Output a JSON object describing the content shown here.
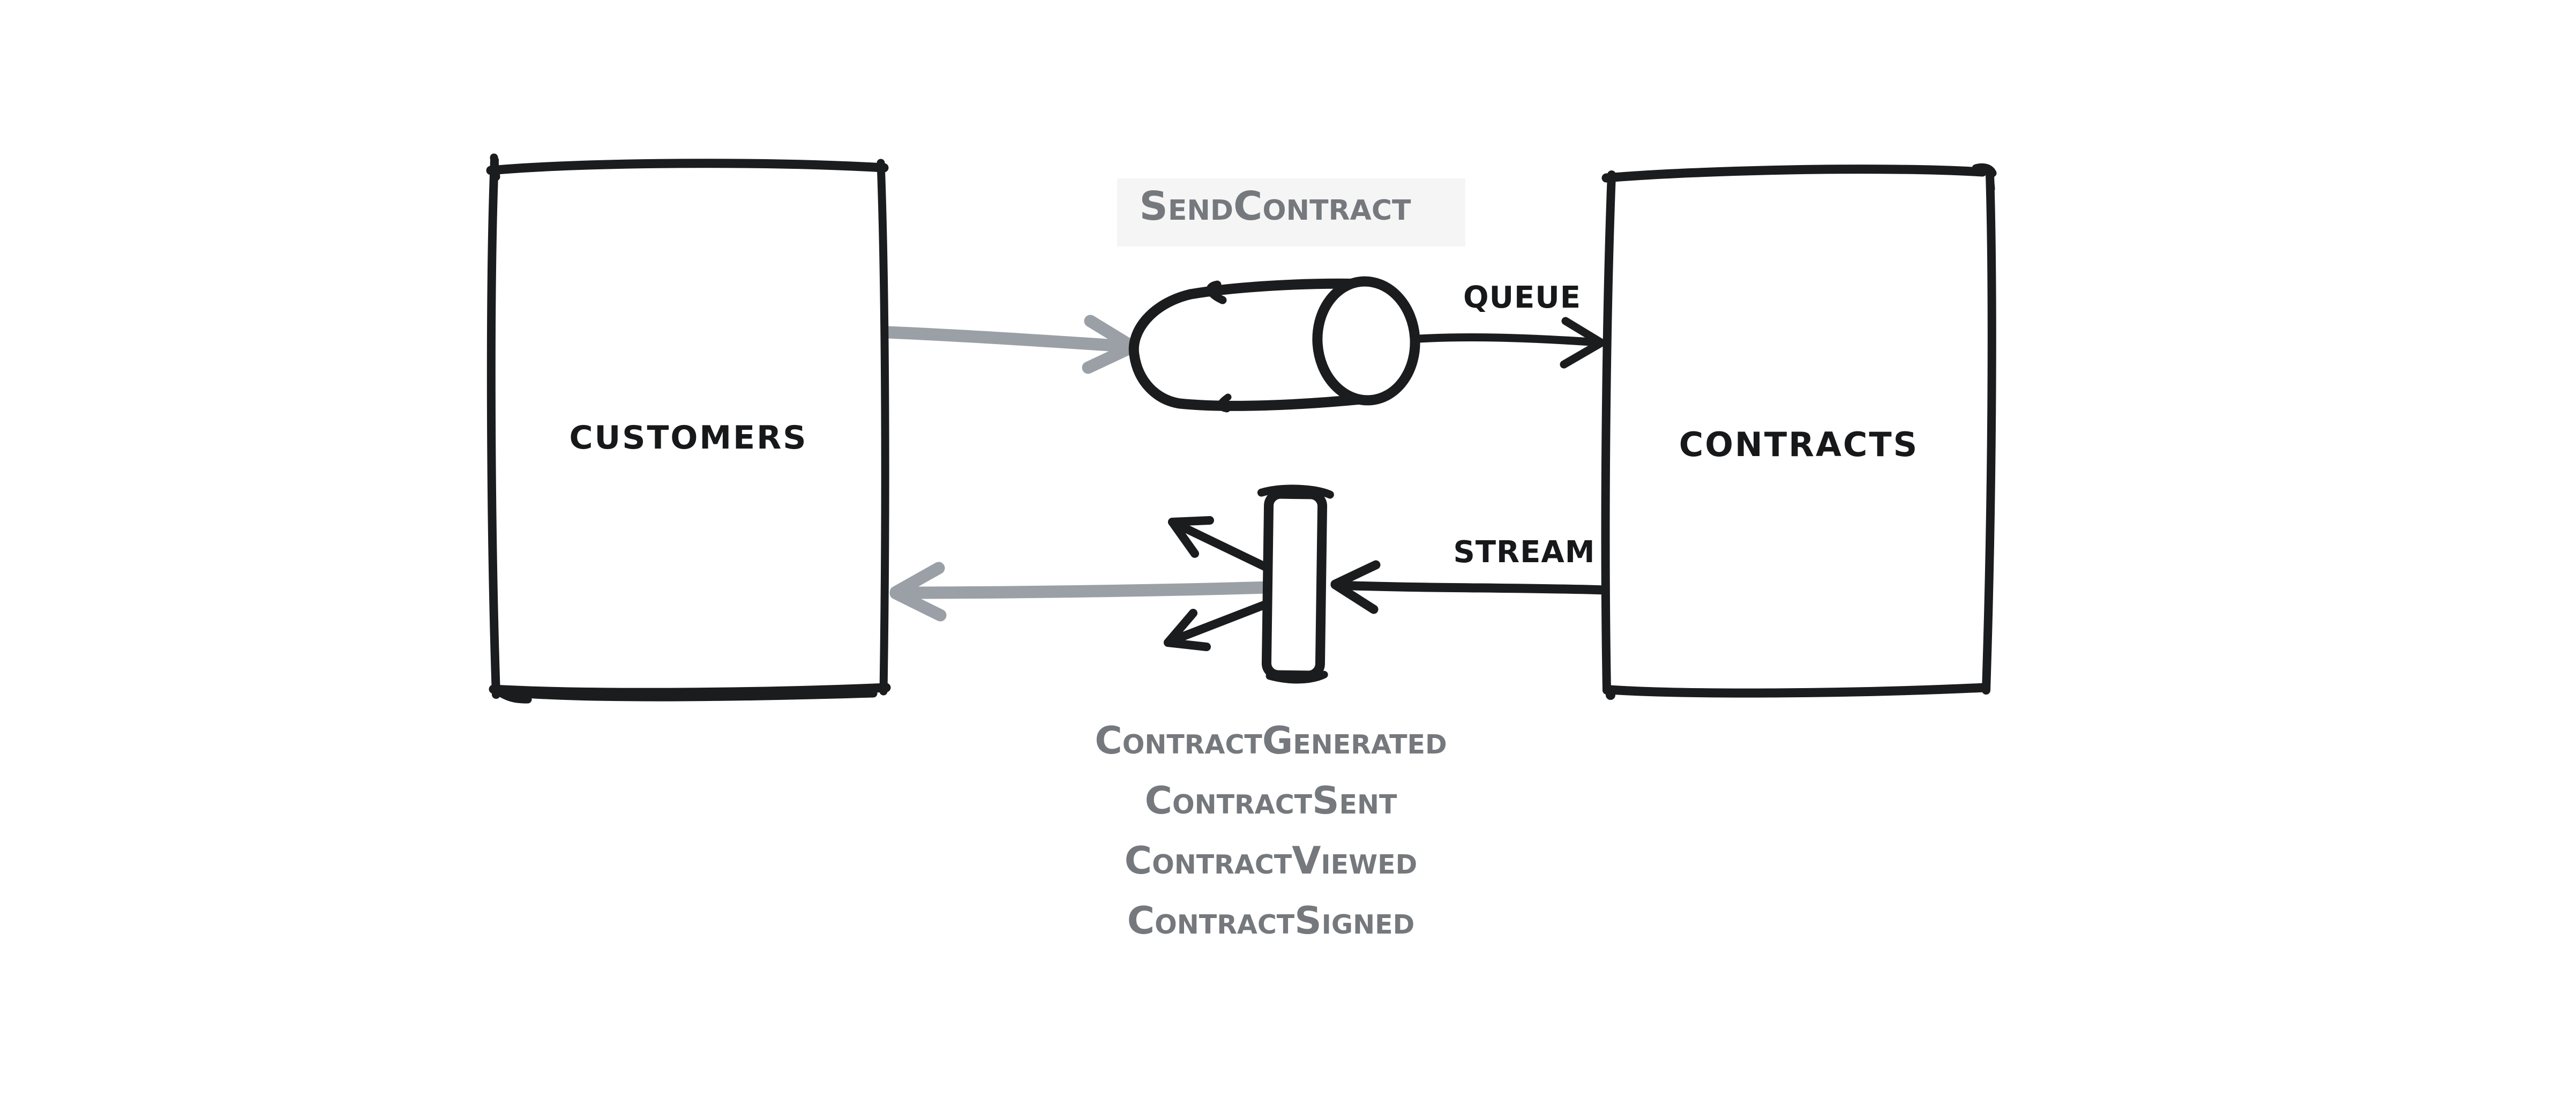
{
  "canvas": {
    "background_color": "#ffffff",
    "ink_color": "#1b1c1e",
    "muted_ink_color": "#9aa0a6",
    "muted_text_color": "#75787d",
    "highlight_color": "#f5f5f6"
  },
  "diagram": {
    "nodes": [
      {
        "id": "customers",
        "label": "CUSTOMERS"
      },
      {
        "id": "contracts",
        "label": "CONTRACTS"
      }
    ],
    "queue_flow": {
      "message_label": "SendContract",
      "channel_label": "QUEUE"
    },
    "stream_flow": {
      "channel_label": "STREAM",
      "events": [
        "ContractGenerated",
        "ContractSent",
        "ContractViewed",
        "ContractSigned"
      ]
    }
  }
}
